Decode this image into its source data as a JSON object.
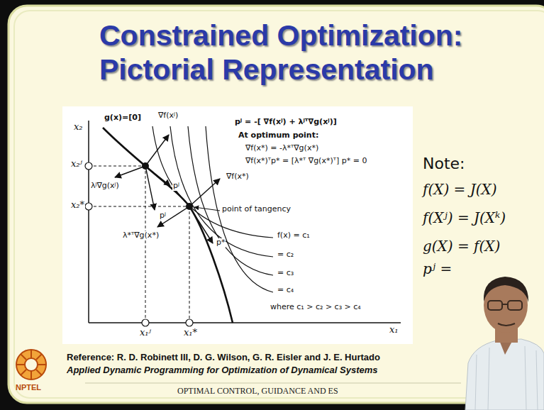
{
  "diagram": {
    "title": "Constrained Optimization: Pictorial Representation",
    "labels": [
      "x₂",
      "g(x)=[0]",
      "∇f(xʲ)",
      "pʲ = -[ ∇f(xʲ) + λʲᵀ∇g(xʲ)]",
      "At optimum point:",
      "∇f(x*) = -λ*ᵀ∇g(x*)",
      "∇f(x*)ᵀp* = [λ*ᵀ ∇g(x*)ᵀ] p* = 0",
      "x₂ʲ",
      "λʲ∇g(xʲ)",
      "pʲ",
      "∇f(x*)",
      "point of tangency",
      "x₂*",
      "f(x) = c₁",
      "= c₂",
      "= c₃",
      "= c₄",
      "λ*ᵀ∇g(x*)",
      "pʲ",
      "p*",
      "where c₁ > c₂ > c₃ > c₄",
      "x₁ʲ",
      "x₁*",
      "x₁",
      "Note:",
      "f(X) = J(X)",
      "f(Xʲ) = J(Xᵏ)",
      "g(X) = f(X)",
      "pʲ =",
      "Reference: R. D. Robinett III, D. G. Wilson, G. R. Eisler and J. E. Hurtado",
      "Applied Dynamic Programming for Optimization of Dynamical Systems",
      "OPTIMAL CONTROL, GUIDANCE AND ES",
      "NPTEL"
    ]
  }
}
